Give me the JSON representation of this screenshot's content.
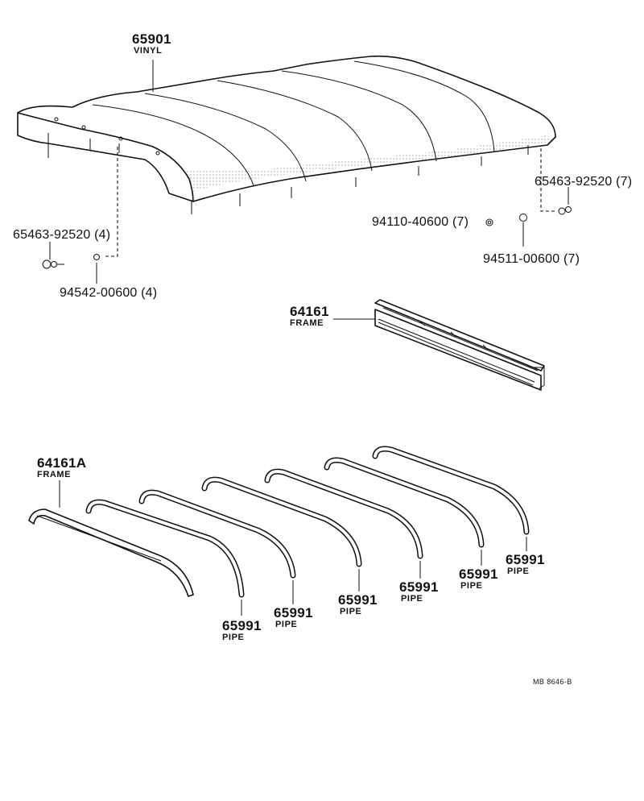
{
  "labels": {
    "vinyl_part": "65901",
    "vinyl_desc": "VINYL",
    "bolt_left": "65463-92520 (4)",
    "washer_left": "94542-00600 (4)",
    "bolt_right": "65463-92520 (7)",
    "nut_right": "94110-40600 (7)",
    "washer_right": "94511-00600 (7)",
    "frame_part": "64161",
    "frame_desc": "FRAME",
    "frame_a_part": "64161A",
    "frame_a_desc": "FRAME",
    "pipe1_part": "65991",
    "pipe1_desc": "PIPE",
    "pipe2_part": "65991",
    "pipe2_desc": "PIPE",
    "pipe3_part": "65991",
    "pipe3_desc": "PIPE",
    "pipe4_part": "65991",
    "pipe4_desc": "PIPE",
    "pipe5_part": "65991",
    "pipe5_desc": "PIPE",
    "pipe6_part": "65991",
    "pipe6_desc": "PIPE",
    "ref_code": "MB 8646-B"
  }
}
